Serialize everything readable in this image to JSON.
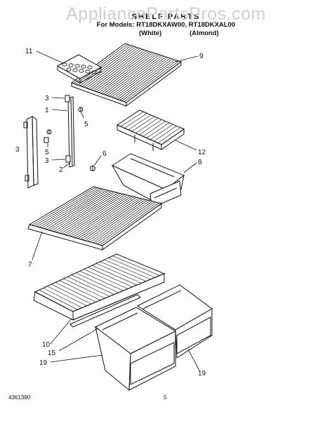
{
  "watermark": "AppliancePartsPros.com",
  "header": {
    "title": "SHELF PARTS",
    "models_line": "For Models: RT18DKXAW00, RT18DKXAL00",
    "variants": [
      "(White)",
      "(Almond)"
    ]
  },
  "callouts": [
    {
      "id": "c11",
      "text": "11"
    },
    {
      "id": "c9",
      "text": "9"
    },
    {
      "id": "c3a",
      "text": "3"
    },
    {
      "id": "c1",
      "text": "1"
    },
    {
      "id": "c5a",
      "text": "5"
    },
    {
      "id": "c3left",
      "text": "3"
    },
    {
      "id": "c5b",
      "text": "5"
    },
    {
      "id": "c3b",
      "text": "3"
    },
    {
      "id": "c2",
      "text": "2"
    },
    {
      "id": "c6",
      "text": "6"
    },
    {
      "id": "c12",
      "text": "12"
    },
    {
      "id": "c8",
      "text": "8"
    },
    {
      "id": "c7",
      "text": "7"
    },
    {
      "id": "c10",
      "text": "10"
    },
    {
      "id": "c15",
      "text": "15"
    },
    {
      "id": "c19a",
      "text": "19"
    },
    {
      "id": "c19b",
      "text": "19"
    }
  ],
  "footer": {
    "code": "4361390",
    "page": "5"
  }
}
